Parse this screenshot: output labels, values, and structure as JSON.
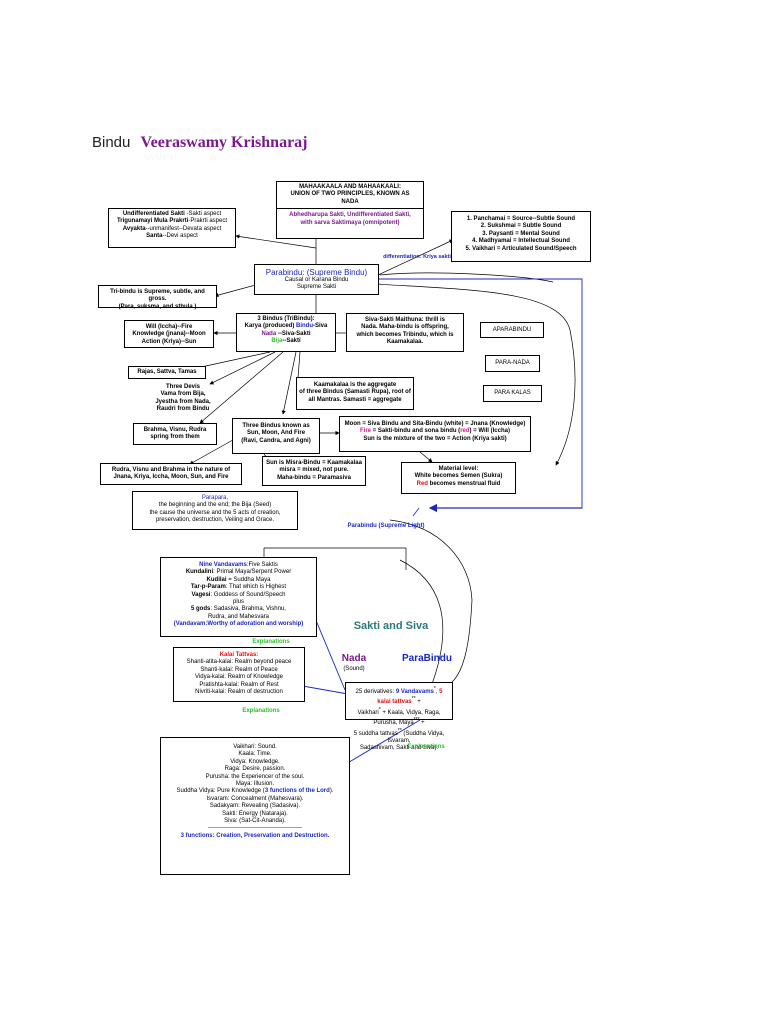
{
  "title": {
    "prefix": "Bindu",
    "author": "Veeraswamy Krishnaraj"
  },
  "colors": {
    "accent_purple": "#7a1a8a",
    "accent_blue": "#1a27c8",
    "accent_green": "#2fc02f",
    "accent_red": "#e01010",
    "accent_pink": "#d4148a"
  },
  "top_box": {
    "head": [
      "MAHAAKAALA AND MAHAAKAALI:",
      "UNION OF TWO PRINCIPLES, KNOWN AS",
      "NADA"
    ],
    "sub": [
      "Abhedharupa Sakti, Undifferentiated Sakti,",
      "with sarva Saktimaya (omnipotent)"
    ]
  },
  "left_top_box": {
    "l1a": "Undifferentiated Sakti",
    "l1b": " -Sakti aspect",
    "l2a": "Trigunamayi Mula Prakrti",
    "l2b": "-Prakrti aspect",
    "l3a": "Avyakta",
    "l3b": "--unmanifest--Devata aspect",
    "l4a": "Santa",
    "l4b": "--Devi aspect"
  },
  "sound_box": {
    "lines": [
      "1. Panchamai = Source--Subtle Sound",
      "2. Sukshmai = Subtle Sound",
      "3. Paysanti = Mental Sound",
      "4. Madhyamai = Intellectual Sound",
      "5. Vaikhari = Articulated Sound/Speech"
    ]
  },
  "differentiation_label": "differentiation: Kriya sakti",
  "parabindu_box": {
    "title": "Parabindu: (Supreme Bindu)",
    "l2": "Causal or Karana Bindu",
    "l3": "Supreme Sakti"
  },
  "tribindu_note": {
    "l1": "Tri-bindu is Supreme, subtle, and gross.",
    "l2": "(Para, suksma, and sthula.)"
  },
  "three_bindus_box": {
    "l1": "3 Bindus (TriBindu):",
    "l2a": "Karya (produced) ",
    "l2b": "Bindu",
    "l2c": "-Siva",
    "l3a": "Nada",
    "l3b": " --Siva-Sakti",
    "l4a": "Bija",
    "l4b": "--Sakti"
  },
  "will_box": {
    "lines": [
      "Will (Iccha)--Fire",
      "Knowledge (jnana)--Moon",
      "Action (Kriya)--Sun"
    ]
  },
  "siva_sakti_box": {
    "lines": [
      "Siva-Sakti Maithuna: thrill is",
      "Nada. Maha-bindu is offspring,",
      "which becomes Tribindu, which is",
      "Kaamakalaa."
    ]
  },
  "right_labels": {
    "aparabindu": "APARABINDU",
    "paranada": "PARA-NADA",
    "parakalas": "PARA KALAS"
  },
  "gunas": "Rajas, Sattva, Tamas",
  "three_devis": {
    "lines": [
      "Three Devis",
      "Vama from Bija,",
      "Jyestha from Nada,",
      "Raudri from Bindu"
    ]
  },
  "kaamakalaa_box": {
    "lines": [
      "Kaamakalaa is the aggregate",
      "of three Bindus (Samasti Rupa), root of",
      "all Mantras. Samasti = aggregate"
    ]
  },
  "brahma_box": {
    "lines": [
      "Brahma, Visnu, Rudra",
      "spring from them"
    ]
  },
  "three_bindus_known": {
    "lines": [
      "Three Bindus known as",
      "Sun, Moon,  And Fire",
      "(Ravi, Candra, and Agni)"
    ]
  },
  "moon_box": {
    "l1": "Moon = Siva Bindu and Sita-Bindu (white) = Jnana (Knowledge)",
    "l2a": "Fire",
    "l2b": " = Sakti-bindu and sona bindu (",
    "l2c": "red",
    "l2d": ") = Will (Iccha)",
    "l3": "Sun is the mixture of the two = Action (Kriya sakti)"
  },
  "rudra_box": {
    "lines": [
      "Rudra, Visnu and Brahma in the nature of",
      "Jnana, Kriya, Iccha, Moon, Sun, and Fire"
    ]
  },
  "sun_box": {
    "lines": [
      "Sun is Misra-Bindu = Kaamakalaa",
      "misra = mixed, not pure.",
      "Maha-bindu = Paramasiva"
    ]
  },
  "material_box": {
    "l1": "Material level:",
    "l2": "White becomes Semen (Sukra)",
    "l3a": "Red",
    "l3b": " becomes menstrual fluid"
  },
  "parapara_box": {
    "head": "Parapara,",
    "lines": [
      "the beginning and the end; the Bija (Seed)",
      "the cause the universe and the 5 acts of creation,",
      "preservation, destruction, Veiling and Grace."
    ]
  },
  "supreme_light": "Parabindu (Supreme Light)",
  "nine_box": {
    "l1a": "Nine Vandavams",
    "l1b": ":Five Saktis",
    "l2a": "Kundalini",
    "l2b": ": Primal Maya/Serpent Power",
    "l3a": "Kudilai",
    "l3b": " = Suddha Maya",
    "l4a": "Tar-p-Param",
    "l4b": ": That which is Highest",
    "l5a": "Vagesi",
    "l5b": ": Goddess of Sound/Speech",
    "l6": "plus",
    "l7a": "5 gods",
    "l7b": ": Sadasiva, Brahma, Vishnu,",
    "l8": "Rudra, and Mahesvara",
    "l9": "(Vandavam:Worthy of adoration and worship)"
  },
  "explanations_label": "Explanations",
  "kalai_box": {
    "head": "Kalai Tattvas:",
    "lines": [
      "Shanti-atita-kalai: Realm beyond peace",
      "Shanti-kalai: Realm of Peace",
      "Vidya-kalai: Realm of Knowledge",
      "Pratishta-kalai: Realm of Rest",
      "Nivriti-kalai: Realm of destruction"
    ]
  },
  "sakti_siva": {
    "title": "Sakti and Siva",
    "nada": "Nada",
    "sound": "(Sound)",
    "parabindu": "ParaBindu"
  },
  "derivatives_box": {
    "l1a": "25 derivatives: ",
    "l1b": "9 Vandavams",
    "l1c": "*",
    "l1d": ", ",
    "l1e": "5 kalai tattvas",
    "l1f": "**",
    "l1g": " +",
    "l2a": "Vaikhari",
    "l2b": "*",
    "l2c": " + Kaala, Vidya, Raga, Purusha, Maya",
    "l2d": "***",
    "l2e": " +",
    "l3a": "5 suddha tattvas",
    "l3b": "**",
    "l3c": " (Suddha Vidya, Isvaram,",
    "l4": "Sadashivam, Sakti and Siva)."
  },
  "explanations_label2": "Explanations",
  "explanations_label3": "Explanations",
  "vaikhari_box": {
    "lines": [
      "Vaikhari: Sound.",
      "Kaala: Time.",
      "Vidya: Knowledge.",
      "Raga: Desire, passion.",
      "Purusha: the Experiencer of the soul.",
      "Maya: Illusion."
    ],
    "sv_a": "Suddha Vidya: Pure Knowledge (",
    "sv_b": "3 functions of the Lord",
    "sv_c": ").",
    "more": [
      "Isvaram: Concealment (Mahesvara).",
      "Sadakyam: Revealing (Sadasiva).",
      "Sakti: Energy (Nataraja).",
      "Siva: (Sat-Cit-Ananda)."
    ],
    "dashes": "-----------------------------------------------",
    "footer": "3 functions: Creation, Preservation and Destruction."
  }
}
